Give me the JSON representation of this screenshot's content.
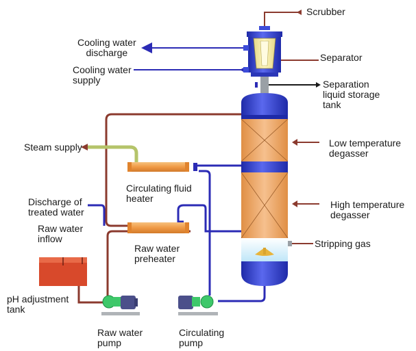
{
  "colors": {
    "cooling_line": "#2b2bb5",
    "raw_water_line": "#8b3a2e",
    "steam_line": "#b5c46a",
    "column_top": "#3d4cd9",
    "packing_orange": "#e9a35f",
    "heater_orange": "#f0a85a",
    "tank_red": "#d8492b",
    "pump_green": "#3ec86a",
    "motor_blue": "#4b4f8a"
  },
  "labels": {
    "scrubber": "Scrubber",
    "cooling_discharge": [
      "Cooling water",
      "discharge"
    ],
    "cooling_supply": [
      "Cooling water",
      "supply"
    ],
    "separator": "Separator",
    "separation_tank": [
      "Separation",
      "liquid storage",
      "tank"
    ],
    "steam_supply": "Steam supply",
    "low_temp": [
      "Low temperature",
      "degasser"
    ],
    "high_temp": [
      "High temperature",
      "degasser"
    ],
    "circ_heater": [
      "Circulating fluid",
      "heater"
    ],
    "discharge_treated": [
      "Discharge of",
      "treated water"
    ],
    "raw_inflow": [
      "Raw water",
      "inflow"
    ],
    "raw_preheater": [
      "Raw water",
      "preheater"
    ],
    "stripping_gas": "Stripping gas",
    "ph_tank": [
      "pH adjustment",
      "tank"
    ],
    "raw_pump": [
      "Raw water",
      "pump"
    ],
    "circ_pump": [
      "Circulating",
      "pump"
    ]
  }
}
